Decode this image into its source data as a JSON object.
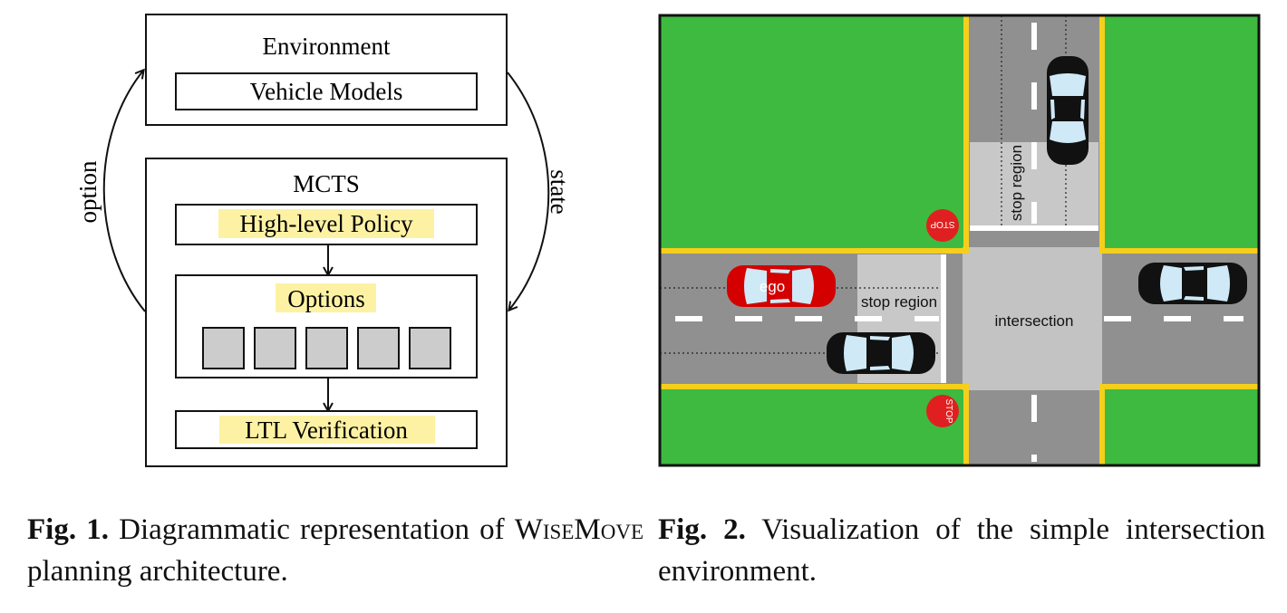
{
  "fig1": {
    "environment_title": "Environment",
    "vehicle_models": "Vehicle Models",
    "mcts_title": "MCTS",
    "high_level_policy": "High-level Policy",
    "options": "Options",
    "option_slots": 5,
    "ltl_verification": "LTL Verification",
    "left_arrow_label": "option",
    "right_arrow_label": "state",
    "highlight_color": "#fdf2a4",
    "slot_fill": "#cccccc"
  },
  "fig2": {
    "stop_region_top": "stop region",
    "stop_region_left": "stop region",
    "intersection": "intersection",
    "ego_label": "ego",
    "stop_sign_top": "STOP",
    "stop_sign_bottom": "STOP",
    "colors": {
      "grass": "#3dba3f",
      "road": "#909090",
      "stop_region": "#c8c8c8",
      "intersection": "#c3c3c3",
      "curb": "#f5cf1c",
      "ego_car": "#d40000",
      "other_car": "#111111",
      "stop_sign": "#e02020"
    }
  },
  "captions": {
    "fig1_label": "Fig. 1.",
    "fig1_text_a": " Diagrammatic representation of ",
    "fig1_text_sc": "WiseMove",
    "fig1_text_b": " planning architecture.",
    "fig2_label": "Fig. 2.",
    "fig2_text": " Visualization of the simple intersection environment."
  }
}
